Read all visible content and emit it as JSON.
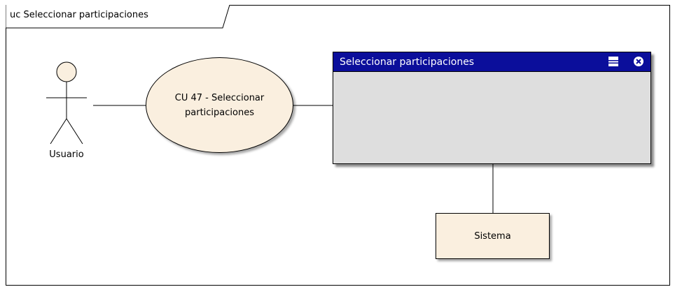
{
  "diagram": {
    "frame_label": "uc Seleccionar participaciones",
    "actor": {
      "name": "Usuario",
      "icon": "stick-figure-actor-icon"
    },
    "use_case": {
      "label": "CU 47 - Seleccionar\nparticipaciones"
    },
    "boundary": {
      "title": "Seleccionar participaciones",
      "buttons": [
        "maximize-icon",
        "close-icon"
      ]
    },
    "system": {
      "label": "Sistema"
    },
    "colors": {
      "element_fill": "#faefdf",
      "boundary_fill": "#dedede",
      "titlebar": "#0b0e9b"
    }
  }
}
